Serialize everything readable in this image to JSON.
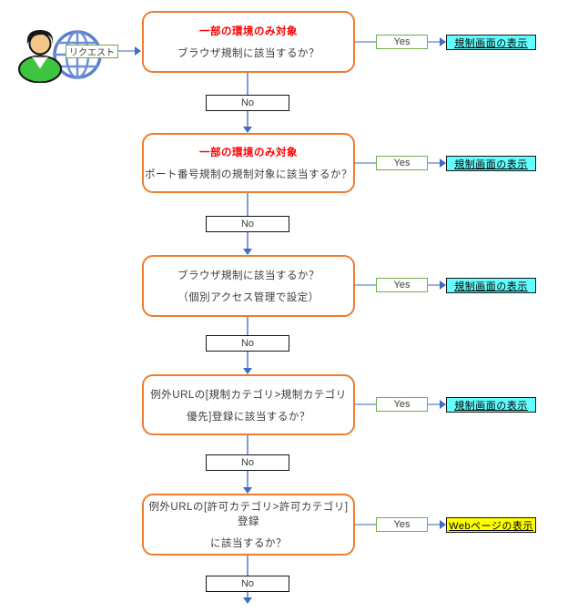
{
  "source": {
    "request_label": "リクエスト",
    "person_icon": "user-icon",
    "globe_icon": "globe-icon"
  },
  "steps": [
    {
      "badge": "一部の環境のみ対象",
      "line1": "ブラウザ規制に該当するか？",
      "yes_label": "Yes",
      "no_label": "No",
      "result": "規制画面の表示"
    },
    {
      "badge": "一部の環境のみ対象",
      "line1": "ポート番号規制の規制対象に該当するか？",
      "yes_label": "Yes",
      "no_label": "No",
      "result": "規制画面の表示"
    },
    {
      "line1": "ブラウザ規制に該当するか？",
      "line2": "（個別アクセス管理で設定）",
      "yes_label": "Yes",
      "no_label": "No",
      "result": "規制画面の表示"
    },
    {
      "line1": "例外URLの[規制カテゴリ>規制カテゴリ",
      "line2": "優先]登録に該当するか？",
      "yes_label": "Yes",
      "no_label": "No",
      "result": "規制画面の表示"
    },
    {
      "line1": "例外URLの[許可カテゴリ>許可カテゴリ]登録",
      "line2": "に該当するか？",
      "yes_label": "Yes",
      "no_label": "No",
      "result": "Webページの表示"
    }
  ],
  "colors": {
    "decision_border": "#ED7D31",
    "badge_text": "#FF0000",
    "yes_border": "#70AD47",
    "connector_line": "#7D9ED8",
    "arrow_head": "#3D6CC0",
    "result_regulation_bg": "#63FFFF",
    "result_webpage_bg": "#FFFF00"
  }
}
